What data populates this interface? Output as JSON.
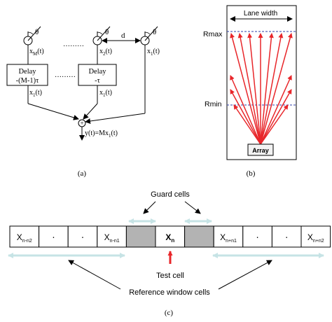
{
  "panel_a": {
    "theta": "θ",
    "x_m": "x",
    "x_m_sub": "M",
    "x_m_arg": "(t)",
    "x_2": "x",
    "x_2_sub": "2",
    "x_2_arg": "(t)",
    "x_1": "x",
    "x_1_sub": "1",
    "x_1_arg": "(t)",
    "d": "d",
    "dots": "………",
    "delay_word": "Delay",
    "delay_m": "-(M-1)τ",
    "delay_1": "-τ",
    "out_x": "x",
    "out_sub": "1",
    "out_arg": "(t)",
    "sum": "+",
    "y": "y(t)=Mx",
    "y_sub": "1",
    "y_arg": "(t)",
    "caption": "(a)"
  },
  "panel_b": {
    "lane_width": "Lane width",
    "rmax": "Rmax",
    "rmin": "Rmin",
    "array": "Array",
    "caption": "(b)",
    "colors": {
      "ray": "#e8262a",
      "dash": "#2f3fa8"
    }
  },
  "panel_c": {
    "guard_cells": "Guard cells",
    "cells": [
      {
        "label": "X",
        "sub": "n-n2",
        "type": "ref"
      },
      {
        "label": "·",
        "sub": "",
        "type": "ref"
      },
      {
        "label": "·",
        "sub": "",
        "type": "ref"
      },
      {
        "label": "X",
        "sub": "n-n1",
        "type": "ref"
      },
      {
        "label": "",
        "sub": "",
        "type": "guard"
      },
      {
        "label": "X",
        "sub": "n",
        "type": "test"
      },
      {
        "label": "",
        "sub": "",
        "type": "guard"
      },
      {
        "label": "X",
        "sub": "n+n1",
        "type": "ref"
      },
      {
        "label": "·",
        "sub": "",
        "type": "ref"
      },
      {
        "label": "·",
        "sub": "",
        "type": "ref"
      },
      {
        "label": "X",
        "sub": "n+n2",
        "type": "ref"
      }
    ],
    "test_cell": "Test cell",
    "reference_window": "Reference window cells",
    "caption": "(c)",
    "colors": {
      "guard_fill": "#b3b3b3",
      "teal": "#c6e3e5",
      "test_arrow": "#e8262a"
    }
  }
}
